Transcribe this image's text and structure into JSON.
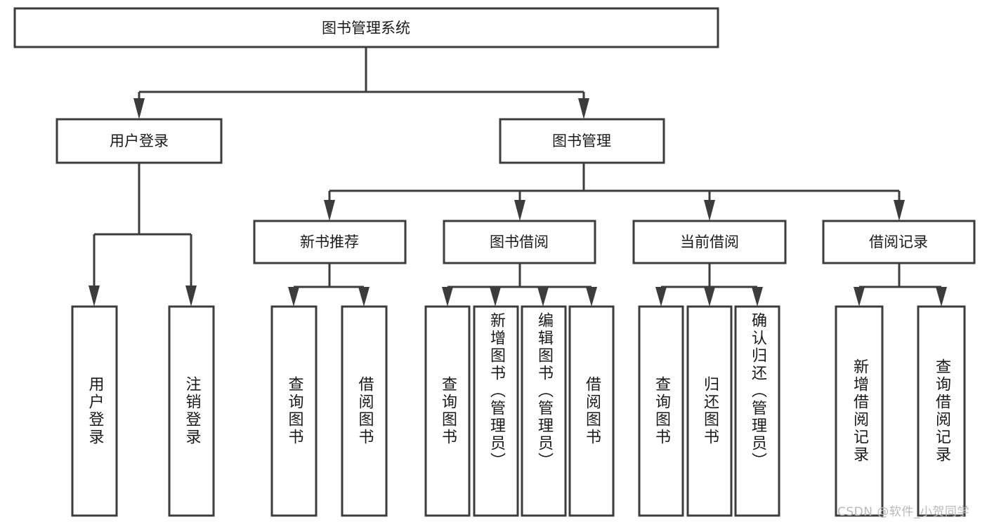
{
  "diagram": {
    "type": "tree-hierarchy",
    "title": "图书管理系统",
    "orientation": "top-down",
    "colors": {
      "box_stroke": "#3c3c3c",
      "box_fill": "#ffffff",
      "connector": "#3c3c3c",
      "text": "#1a1a1a",
      "background": "#ffffff",
      "watermark": "#b9b9b9"
    },
    "root": {
      "label": "图书管理系统"
    },
    "level2": [
      {
        "label": "用户登录"
      },
      {
        "label": "图书管理"
      }
    ],
    "level3": [
      {
        "label": "新书推荐"
      },
      {
        "label": "图书借阅"
      },
      {
        "label": "当前借阅"
      },
      {
        "label": "借阅记录"
      }
    ],
    "leaves": {
      "user_login": [
        {
          "label": "用户登录"
        },
        {
          "label": "注销登录"
        }
      ],
      "new_book_recommend": [
        {
          "label": "查询图书"
        },
        {
          "label": "借阅图书"
        }
      ],
      "book_borrow": [
        {
          "label": "查询图书"
        },
        {
          "label": "新增图书（管理员）"
        },
        {
          "label": "编辑图书（管理员）"
        },
        {
          "label": "借阅图书"
        }
      ],
      "current_borrow": [
        {
          "label": "查询图书"
        },
        {
          "label": "归还图书"
        },
        {
          "label": "确认归还（管理员）"
        }
      ],
      "borrow_record": [
        {
          "label": "新增借阅记录"
        },
        {
          "label": "查询借阅记录"
        }
      ]
    }
  },
  "watermark": {
    "text": "CSDN @软件_小贺同学"
  }
}
